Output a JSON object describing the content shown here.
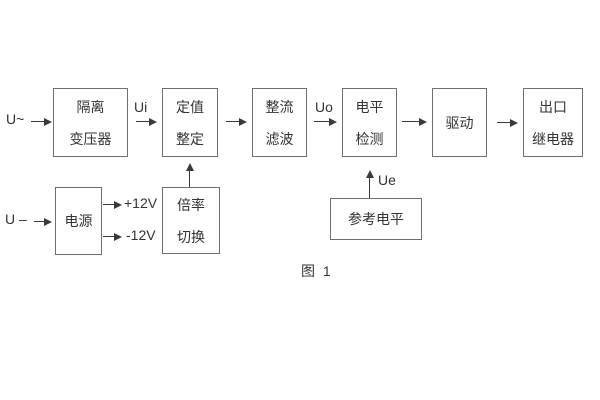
{
  "diagram": {
    "caption": "图 1",
    "blocks": {
      "transformer": {
        "line1": "隔离",
        "line2": "变压器"
      },
      "setting": {
        "line1": "定值",
        "line2": "整定"
      },
      "rectifier": {
        "line1": "整流",
        "line2": "滤波"
      },
      "level_detector": {
        "line1": "电平",
        "line2": "检测"
      },
      "drive": {
        "line1": "驱动"
      },
      "output_relay": {
        "line1": "出口",
        "line2": "继电器"
      },
      "power": {
        "line1": "电源"
      },
      "ratio_switch": {
        "line1": "倍率",
        "line2": "切换"
      },
      "reference_level": {
        "line1": "参考电平"
      }
    },
    "labels": {
      "input_ac": "U~",
      "input_dc": "U –",
      "ui": "Ui",
      "uo": "Uo",
      "ue": "Ue",
      "plus_12v": "+12V",
      "minus_12v": "-12V"
    },
    "colors": {
      "background": "#ffffff",
      "box_border": "#6f6f6f",
      "line": "#3a3a3a",
      "text": "#333333"
    }
  }
}
